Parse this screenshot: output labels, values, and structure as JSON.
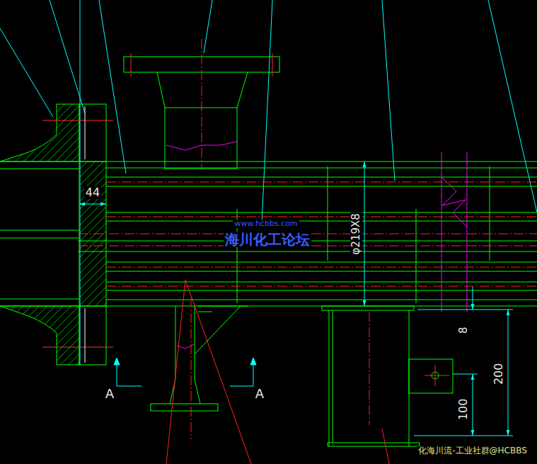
{
  "diagram": {
    "labels": [
      "44",
      "φ219X8",
      "8",
      "200",
      "100",
      "A",
      "A",
      "www.hcbbs.com",
      "海川化工论坛",
      "化海川流-工业社群@HCBBS"
    ]
  }
}
